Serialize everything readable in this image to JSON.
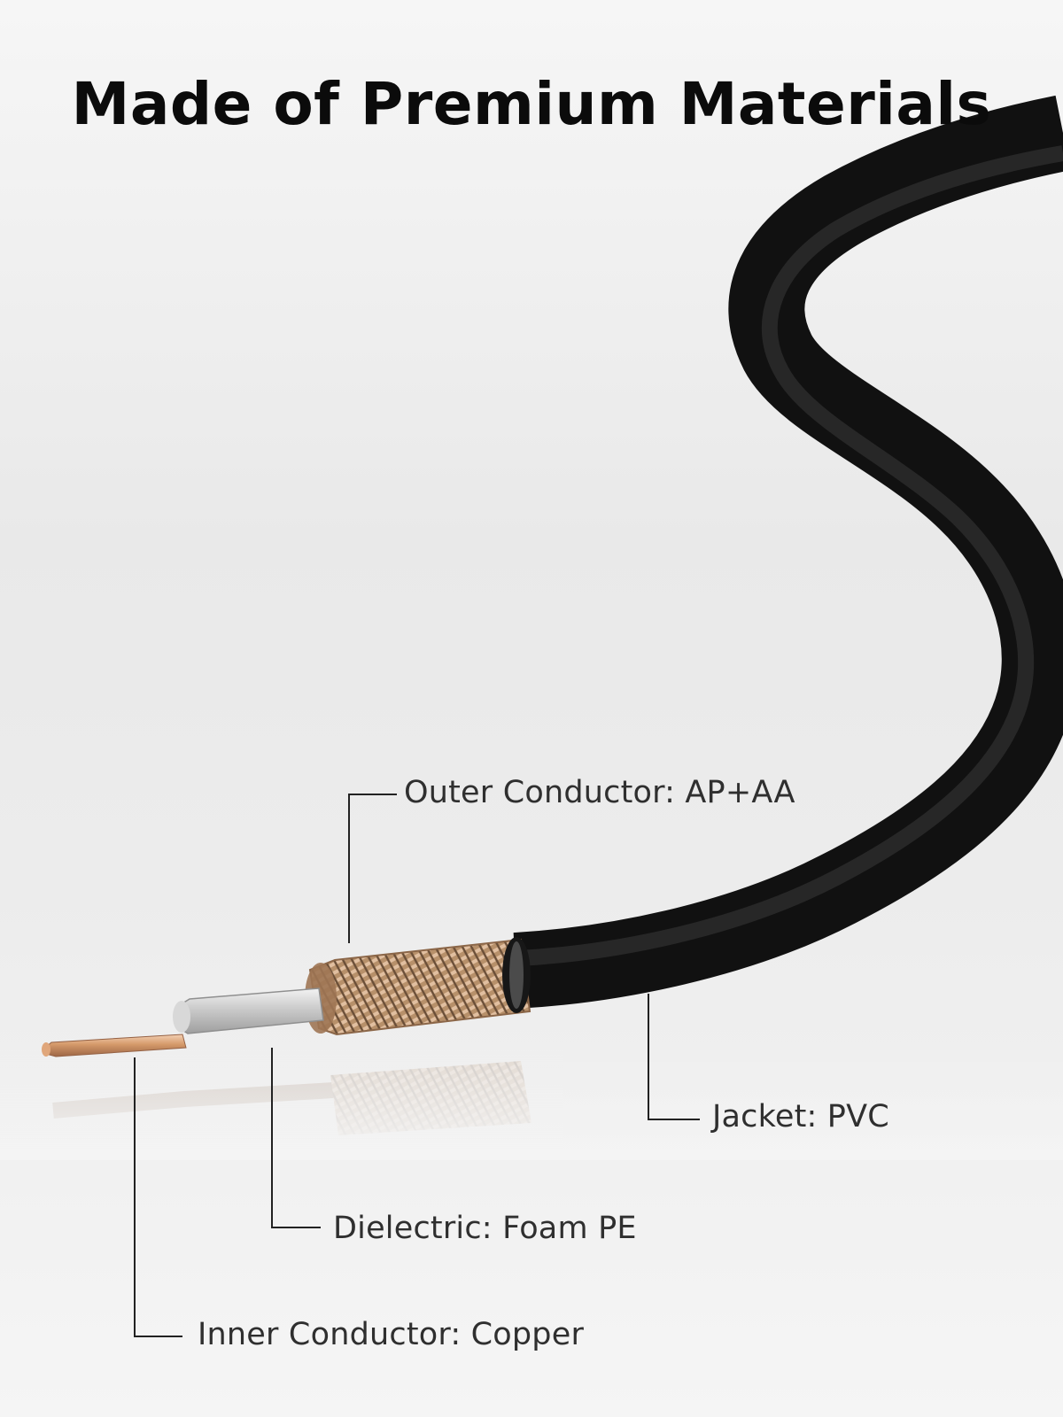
{
  "headline": "Made of Premium Materials",
  "callouts": {
    "outer_conductor": "Outer Conductor: AP+AA",
    "jacket": "Jacket: PVC",
    "dielectric": "Dielectric: Foam PE",
    "inner_conductor": "Inner Conductor: Copper"
  },
  "colors": {
    "jacket": "#1a1a1a",
    "braid": "#b58d6a",
    "copper": "#d89f72",
    "dielectric": "#bdbdbd"
  }
}
